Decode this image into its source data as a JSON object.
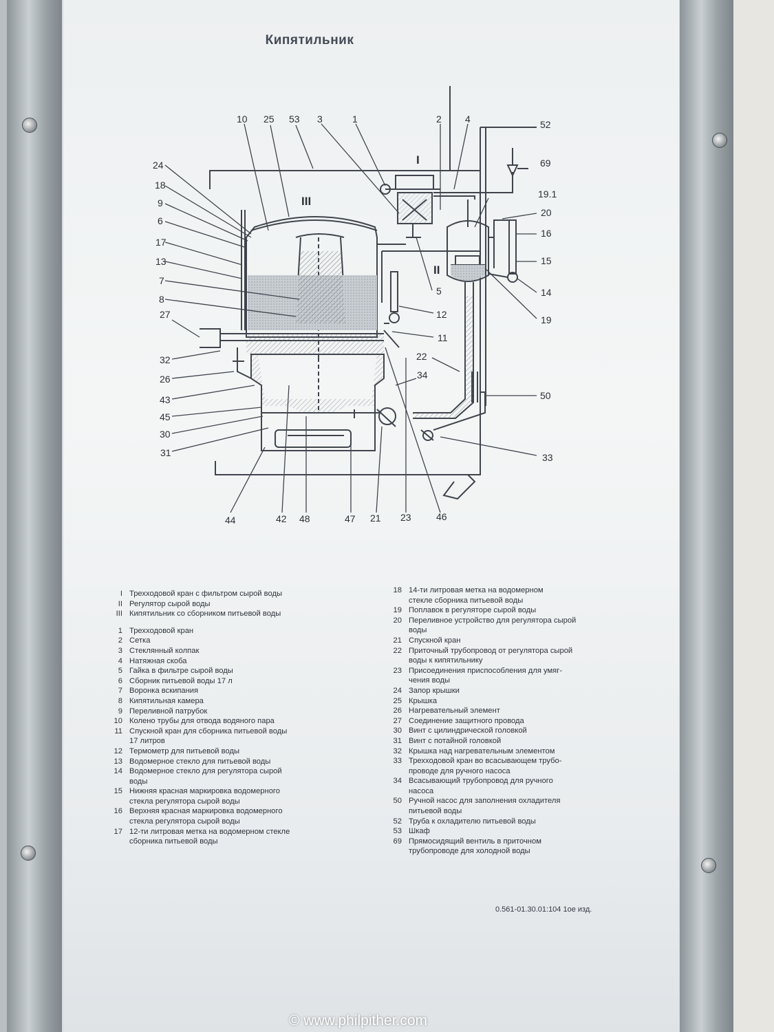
{
  "title": "Кипятильник",
  "zones": {
    "I": "I",
    "II": "II",
    "III": "III"
  },
  "callouts": {
    "c10": "10",
    "c25": "25",
    "c53": "53",
    "c3": "3",
    "c1": "1",
    "c2": "2",
    "c4": "4",
    "c52": "52",
    "c69": "69",
    "c19_1": "19.1",
    "c20": "20",
    "c16": "16",
    "c15": "15",
    "c14": "14",
    "c19": "19",
    "c5": "5",
    "c12": "12",
    "c11": "11",
    "c22": "22",
    "c34": "34",
    "c50": "50",
    "c33": "33",
    "c24": "24",
    "c18": "18",
    "c9": "9",
    "c6": "6",
    "c17": "17",
    "c13": "13",
    "c7": "7",
    "c8": "8",
    "c27": "27",
    "c32": "32",
    "c26": "26",
    "c43": "43",
    "c45": "45",
    "c30": "30",
    "c31": "31",
    "c44": "44",
    "c42": "42",
    "c48": "48",
    "c47": "47",
    "c21": "21",
    "c23": "23",
    "c46": "46"
  },
  "legend_left": [
    {
      "num": "I",
      "text": "Трехходовой кран с фильтром сырой воды"
    },
    {
      "num": "II",
      "text": "Регулятор сырой воды"
    },
    {
      "num": "III",
      "text": "Кипятильник со сборником питьевой воды"
    },
    {
      "num": "1",
      "text": "Трехходовой кран"
    },
    {
      "num": "2",
      "text": "Сетка"
    },
    {
      "num": "3",
      "text": "Стеклянный колпак"
    },
    {
      "num": "4",
      "text": "Натяжная скоба"
    },
    {
      "num": "5",
      "text": "Гайка в фильтре сырой воды"
    },
    {
      "num": "6",
      "text": "Сборник питьевой воды 17 л"
    },
    {
      "num": "7",
      "text": "Воронка вскипания"
    },
    {
      "num": "8",
      "text": "Кипятильная камера"
    },
    {
      "num": "9",
      "text": "Переливной патрубок"
    },
    {
      "num": "10",
      "text": "Колено трубы для отвода водяного пара"
    },
    {
      "num": "11",
      "text": "Спускной кран для сборника питьевой воды",
      "cont": "17 литров"
    },
    {
      "num": "12",
      "text": "Термометр для питьевой воды"
    },
    {
      "num": "13",
      "text": "Водомерное стекло для питьевой воды"
    },
    {
      "num": "14",
      "text": "Водомерное стекло для регулятора сырой",
      "cont": "воды"
    },
    {
      "num": "15",
      "text": "Нижняя красная маркировка водомерного",
      "cont": "стекла регулятора сырой воды"
    },
    {
      "num": "16",
      "text": "Верхняя красная маркировка водомерного",
      "cont": "стекла регулятора сырой воды"
    },
    {
      "num": "17",
      "text": "12-ти литровая метка на водомерном стекле",
      "cont": "сборника питьевой воды"
    }
  ],
  "legend_right": [
    {
      "num": "18",
      "text": "14-ти литровая метка на водомерном",
      "cont": "стекле сборника питьевой воды"
    },
    {
      "num": "19",
      "text": "Поплавок в регуляторе сырой воды"
    },
    {
      "num": "20",
      "text": "Переливное устройство для регулятора сырой",
      "cont": "воды"
    },
    {
      "num": "21",
      "text": "Спускной кран"
    },
    {
      "num": "22",
      "text": "Приточный трубопровод от регулятора сырой",
      "cont": "воды к кипятильнику"
    },
    {
      "num": "23",
      "text": "Присоединения приспособления для умяг-",
      "cont": "чения воды"
    },
    {
      "num": "24",
      "text": "Запор крышки"
    },
    {
      "num": "25",
      "text": "Крышка"
    },
    {
      "num": "26",
      "text": "Нагревательный элемент"
    },
    {
      "num": "27",
      "text": "Соединение защитного провода"
    },
    {
      "num": "30",
      "text": "Винт с цилиндрической головкой"
    },
    {
      "num": "31",
      "text": "Винт с потайной головкой"
    },
    {
      "num": "32",
      "text": "Крышка над нагревательным элементом"
    },
    {
      "num": "33",
      "text": "Трехходовой кран во всасывающем трубо-",
      "cont": "проводе для ручного насоса"
    },
    {
      "num": "34",
      "text": "Всасывающий трубопровод для ручного",
      "cont": "насоса"
    },
    {
      "num": "50",
      "text": "Ручной насос для заполнения охладителя",
      "cont": "питьевой воды"
    },
    {
      "num": "52",
      "text": "Труба к охладителю питьевой воды"
    },
    {
      "num": "53",
      "text": "Шкаф"
    },
    {
      "num": "69",
      "text": "Прямосидящий вентиль в приточном",
      "cont": "трубопроводе для холодной воды"
    }
  ],
  "doc_number": "0.561-01.30.01:104   1ое изд.",
  "watermark": "© www.philpither.com"
}
